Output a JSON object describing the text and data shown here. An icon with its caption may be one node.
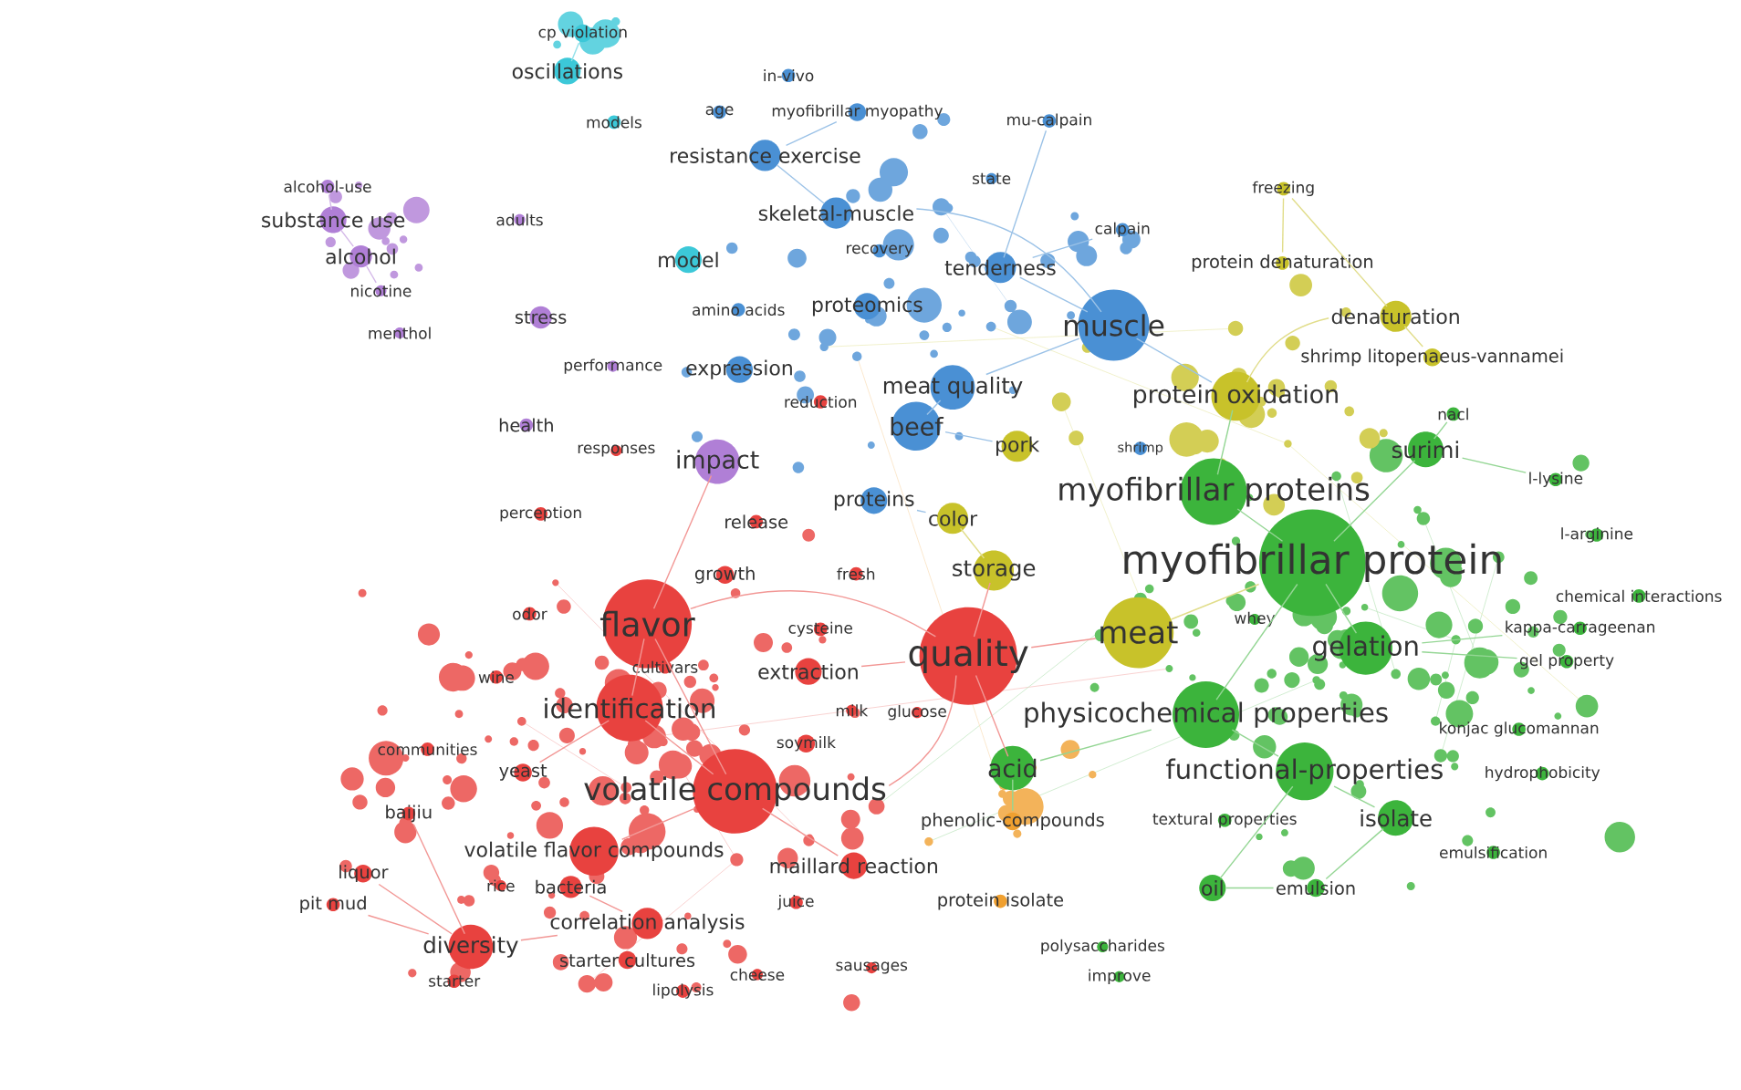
{
  "diagram": {
    "nodes": [
      {
        "text": [
          "cp violation"
        ]
      },
      {
        "text": [
          "oscillations"
        ]
      },
      {
        "text": [
          "models"
        ]
      },
      {
        "text": [
          "in-vivo"
        ]
      },
      {
        "text": [
          "age"
        ]
      },
      {
        "text": [
          "myofibrillar myopathy"
        ]
      },
      {
        "text": [
          "mu-calpain"
        ]
      },
      {
        "text": [
          "resistance exercise"
        ]
      },
      {
        "text": [
          "alcohol-use"
        ]
      },
      {
        "text": [
          "substance use"
        ]
      },
      {
        "text": [
          "adults"
        ]
      },
      {
        "text": [
          "alcohol"
        ]
      },
      {
        "text": [
          "nicotine"
        ]
      },
      {
        "text": [
          "menthol"
        ]
      },
      {
        "text": [
          "freezing"
        ]
      },
      {
        "text": [
          "state"
        ]
      },
      {
        "text": [
          "skeletal-muscle"
        ]
      },
      {
        "text": [
          "calpain"
        ]
      },
      {
        "text": [
          "model"
        ]
      },
      {
        "text": [
          "recovery"
        ]
      },
      {
        "text": [
          "tenderness"
        ]
      },
      {
        "text": [
          "protein denaturation"
        ]
      },
      {
        "text": [
          "stress"
        ]
      },
      {
        "text": [
          "amino acids"
        ]
      },
      {
        "text": [
          "proteomics"
        ]
      },
      {
        "text": [
          "muscle"
        ]
      },
      {
        "text": [
          "denaturation"
        ]
      },
      {
        "text": [
          "performance"
        ]
      },
      {
        "text": [
          "expression"
        ]
      },
      {
        "text": [
          "shrimp litopenaeus-vannamei"
        ]
      },
      {
        "text": [
          "meat quality"
        ]
      },
      {
        "text": [
          "protein oxidation"
        ]
      },
      {
        "text": [
          "reduction"
        ]
      },
      {
        "text": [
          "health"
        ]
      },
      {
        "text": [
          "nacl"
        ]
      },
      {
        "text": [
          "beef"
        ]
      },
      {
        "text": [
          "responses"
        ]
      },
      {
        "text": [
          "pork"
        ]
      },
      {
        "text": [
          "shrimp"
        ]
      },
      {
        "text": [
          "surimi"
        ]
      },
      {
        "text": [
          "impact"
        ]
      },
      {
        "text": [
          "myofibrillar proteins"
        ]
      },
      {
        "text": [
          "l-lysine"
        ]
      },
      {
        "text": [
          "proteins"
        ]
      },
      {
        "text": [
          "perception"
        ]
      },
      {
        "text": [
          "release"
        ]
      },
      {
        "text": [
          "color"
        ]
      },
      {
        "text": [
          "l-arginine"
        ]
      },
      {
        "text": [
          "myofibrillar protein"
        ]
      },
      {
        "text": [
          "growth"
        ]
      },
      {
        "text": [
          "fresh"
        ]
      },
      {
        "text": [
          "storage"
        ]
      },
      {
        "text": [
          "chemical interactions"
        ]
      },
      {
        "text": [
          "odor"
        ]
      },
      {
        "text": [
          "flavor"
        ]
      },
      {
        "text": [
          "cysteine"
        ]
      },
      {
        "text": [
          "whey"
        ]
      },
      {
        "text": [
          "meat"
        ]
      },
      {
        "text": [
          "kappa-carrageenan"
        ]
      },
      {
        "text": [
          "quality"
        ]
      },
      {
        "text": [
          "cultivars"
        ]
      },
      {
        "text": [
          "gelation"
        ]
      },
      {
        "text": [
          "gel property"
        ]
      },
      {
        "text": [
          "wine"
        ]
      },
      {
        "text": [
          "extraction"
        ]
      },
      {
        "text": [
          "identification"
        ]
      },
      {
        "text": [
          "milk"
        ]
      },
      {
        "text": [
          "glucose"
        ]
      },
      {
        "text": [
          "physicochemical properties"
        ]
      },
      {
        "text": [
          "konjac glucomannan"
        ]
      },
      {
        "text": [
          "communities"
        ]
      },
      {
        "text": [
          "soymilk"
        ]
      },
      {
        "text": [
          "yeast"
        ]
      },
      {
        "text": [
          "acid"
        ]
      },
      {
        "text": [
          "functional-properties"
        ]
      },
      {
        "text": [
          "hydrophobicity"
        ]
      },
      {
        "text": [
          "baijiu"
        ]
      },
      {
        "text": [
          "volatile compounds"
        ]
      },
      {
        "text": [
          "phenolic-compounds"
        ]
      },
      {
        "text": [
          "textural properties"
        ]
      },
      {
        "text": [
          "isolate"
        ]
      },
      {
        "text": [
          "volatile flavor compounds"
        ]
      },
      {
        "text": [
          "maillard reaction"
        ]
      },
      {
        "text": [
          "emulsification"
        ]
      },
      {
        "text": [
          "liquor"
        ]
      },
      {
        "text": [
          "rice"
        ]
      },
      {
        "text": [
          "bacteria"
        ]
      },
      {
        "text": [
          "oil"
        ]
      },
      {
        "text": [
          "emulsion"
        ]
      },
      {
        "text": [
          "pit mud"
        ]
      },
      {
        "text": [
          "protein isolate"
        ]
      },
      {
        "text": [
          "juice"
        ]
      },
      {
        "text": [
          "correlation analysis"
        ]
      },
      {
        "text": [
          "diversity"
        ]
      },
      {
        "text": [
          "polysaccharides"
        ]
      },
      {
        "text": [
          "starter cultures"
        ]
      },
      {
        "text": [
          "sausages"
        ]
      },
      {
        "text": [
          "cheese"
        ]
      },
      {
        "text": [
          "improve"
        ]
      },
      {
        "text": [
          "starter"
        ]
      },
      {
        "text": [
          "lipolysis"
        ]
      }
    ],
    "edges": [
      {
        "from": 54,
        "to": 77,
        "arrow": "none"
      },
      {
        "from": 54,
        "to": 65,
        "arrow": "none"
      },
      {
        "from": 54,
        "to": 59,
        "arrow": "none"
      },
      {
        "from": 77,
        "to": 65,
        "arrow": "none"
      },
      {
        "from": 77,
        "to": 59,
        "arrow": "none"
      },
      {
        "from": 77,
        "to": 81,
        "arrow": "none"
      },
      {
        "from": 59,
        "to": 57,
        "arrow": "none"
      },
      {
        "from": 59,
        "to": 51,
        "arrow": "none"
      },
      {
        "from": 57,
        "to": 48,
        "arrow": "none",
        "color": "#e1dd8a"
      },
      {
        "from": 48,
        "to": 61,
        "arrow": "none",
        "color": "#94d694"
      },
      {
        "from": 48,
        "to": 41,
        "arrow": "none",
        "color": "#94d694"
      },
      {
        "from": 41,
        "to": 31,
        "arrow": "none",
        "color": "#94d694"
      },
      {
        "from": 25,
        "to": 31,
        "arrow": "none",
        "color": "#9bc2e7"
      },
      {
        "from": 25,
        "to": 20,
        "arrow": "none",
        "color": "#9bc2e7"
      },
      {
        "from": 25,
        "to": 30,
        "arrow": "none",
        "color": "#9bc2e7"
      },
      {
        "from": 30,
        "to": 35,
        "arrow": "none",
        "color": "#9bc2e7"
      },
      {
        "from": 35,
        "to": 37,
        "arrow": "none",
        "color": "#9bc2e7"
      },
      {
        "from": 25,
        "to": 16,
        "arrow": "none",
        "color": "#9bc2e7"
      },
      {
        "from": 16,
        "to": 7,
        "arrow": "none",
        "color": "#9bc2e7"
      },
      {
        "from": 7,
        "to": 5,
        "arrow": "none",
        "color": "#9bc2e7"
      },
      {
        "from": 20,
        "to": 17,
        "arrow": "none",
        "color": "#9bc2e7"
      },
      {
        "from": 6,
        "to": 20,
        "arrow": "none",
        "color": "#9bc2e7"
      },
      {
        "from": 31,
        "to": 26,
        "arrow": "none",
        "color": "#e1dd8a"
      },
      {
        "from": 26,
        "to": 14,
        "arrow": "none",
        "color": "#e1dd8a"
      },
      {
        "from": 21,
        "to": 14,
        "arrow": "none",
        "color": "#e1dd8a"
      },
      {
        "from": 29,
        "to": 26,
        "arrow": "none",
        "color": "#e1dd8a"
      },
      {
        "from": 39,
        "to": 48,
        "arrow": "none",
        "color": "#94d694"
      },
      {
        "from": 61,
        "to": 58,
        "arrow": "none",
        "color": "#94d694"
      },
      {
        "from": 48,
        "to": 68,
        "arrow": "none",
        "color": "#94d694"
      },
      {
        "from": 68,
        "to": 74,
        "arrow": "none",
        "color": "#94d694"
      },
      {
        "from": 74,
        "to": 80,
        "arrow": "none",
        "color": "#94d694"
      },
      {
        "from": 80,
        "to": 88,
        "arrow": "none",
        "color": "#94d694"
      },
      {
        "from": 87,
        "to": 88,
        "arrow": "none",
        "color": "#94d694"
      },
      {
        "from": 74,
        "to": 87,
        "arrow": "none",
        "color": "#94d694"
      },
      {
        "from": 73,
        "to": 68,
        "arrow": "none",
        "color": "#94d694"
      },
      {
        "from": 73,
        "to": 78,
        "arrow": "none",
        "color": "#94d694"
      },
      {
        "from": 59,
        "to": 73,
        "arrow": "none"
      },
      {
        "from": 65,
        "to": 72,
        "arrow": "none"
      },
      {
        "from": 93,
        "to": 84,
        "arrow": "none"
      },
      {
        "from": 93,
        "to": 89,
        "arrow": "none"
      },
      {
        "from": 93,
        "to": 76,
        "arrow": "none"
      },
      {
        "from": 92,
        "to": 93,
        "arrow": "none"
      },
      {
        "from": 86,
        "to": 92,
        "arrow": "none"
      },
      {
        "from": 54,
        "to": 40,
        "arrow": "none"
      },
      {
        "from": 9,
        "to": 11,
        "arrow": "none",
        "color": "#d4b9e8"
      },
      {
        "from": 11,
        "to": 12,
        "arrow": "none",
        "color": "#d4b9e8"
      },
      {
        "from": 8,
        "to": 9,
        "arrow": "none",
        "color": "#d4b9e8"
      },
      {
        "from": 1,
        "to": 0,
        "arrow": "none",
        "color": "#94e1ea"
      },
      {
        "from": 82,
        "to": 77,
        "arrow": "none"
      },
      {
        "from": 64,
        "to": 59,
        "arrow": "none"
      },
      {
        "from": 51,
        "to": 46,
        "arrow": "none",
        "color": "#e1dd8a"
      },
      {
        "from": 43,
        "to": 46,
        "arrow": "none",
        "color": "#9bc2e7"
      },
      {
        "from": 61,
        "to": 62,
        "arrow": "none",
        "color": "#94d694"
      },
      {
        "from": 39,
        "to": 34,
        "arrow": "none",
        "color": "#94d694"
      },
      {
        "from": 42,
        "to": 39,
        "arrow": "none",
        "color": "#94d694"
      }
    ]
  }
}
